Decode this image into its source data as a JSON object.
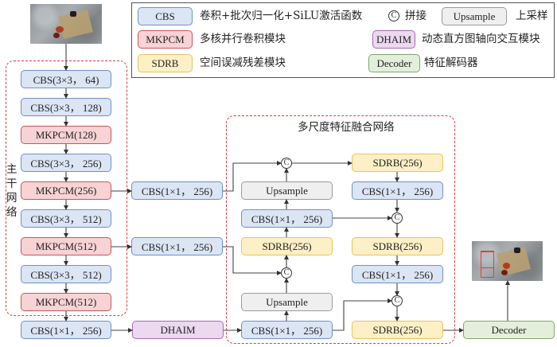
{
  "legend": {
    "cbs": {
      "label": "CBS",
      "desc": "卷积+批次归一化+SiLU激活函数"
    },
    "mkpcm": {
      "label": "MKPCM",
      "desc": "多核并行卷积模块"
    },
    "sdrb": {
      "label": "SDRB",
      "desc": "空间误减残差模块"
    },
    "concat": {
      "symbol": "C",
      "desc": "拼接"
    },
    "upsample": {
      "label": "Upsample",
      "desc": "上采样"
    },
    "dhaim": {
      "label": "DHAIM",
      "desc": "动态直方图轴向交互模块"
    },
    "decoder": {
      "label": "Decoder",
      "desc": "特征解码器"
    }
  },
  "backbone": {
    "title": "主干网络",
    "blocks": [
      "CBS(3×3， 64)",
      "CBS(3×3， 128)",
      "MKPCM(128)",
      "CBS(3×3， 256)",
      "MKPCM(256)",
      "CBS(3×3， 512)",
      "MKPCM(512)",
      "CBS(3×3， 512)",
      "MKPCM(512)"
    ]
  },
  "neck": {
    "cbs": "CBS(1×1， 256)",
    "dhaim": "DHAIM"
  },
  "lateral": [
    "CBS(1×1， 256)",
    "CBS(1×1， 256)"
  ],
  "fusion": {
    "title": "多尺度特征融合网络",
    "concat_symbol": "C",
    "left": [
      "Upsample",
      "CBS(1×1， 256)",
      "SDRB(256)",
      "Upsample",
      "CBS(1×1， 256)"
    ],
    "right": [
      "SDRB(256)",
      "CBS(1×1， 256)",
      "SDRB(256)",
      "CBS(1×1， 256)",
      "SDRB(256)"
    ]
  },
  "head": {
    "decoder": "Decoder"
  },
  "colors": {
    "cbs": "#dbe5f4",
    "mkpcm": "#f8d3d5",
    "sdrb": "#fdf0c6",
    "upsample": "#efefef",
    "dhaim": "#ecd9ef",
    "decoder": "#e3efdb",
    "group_border": "#e0383c",
    "detection_box": "#e0403c"
  }
}
